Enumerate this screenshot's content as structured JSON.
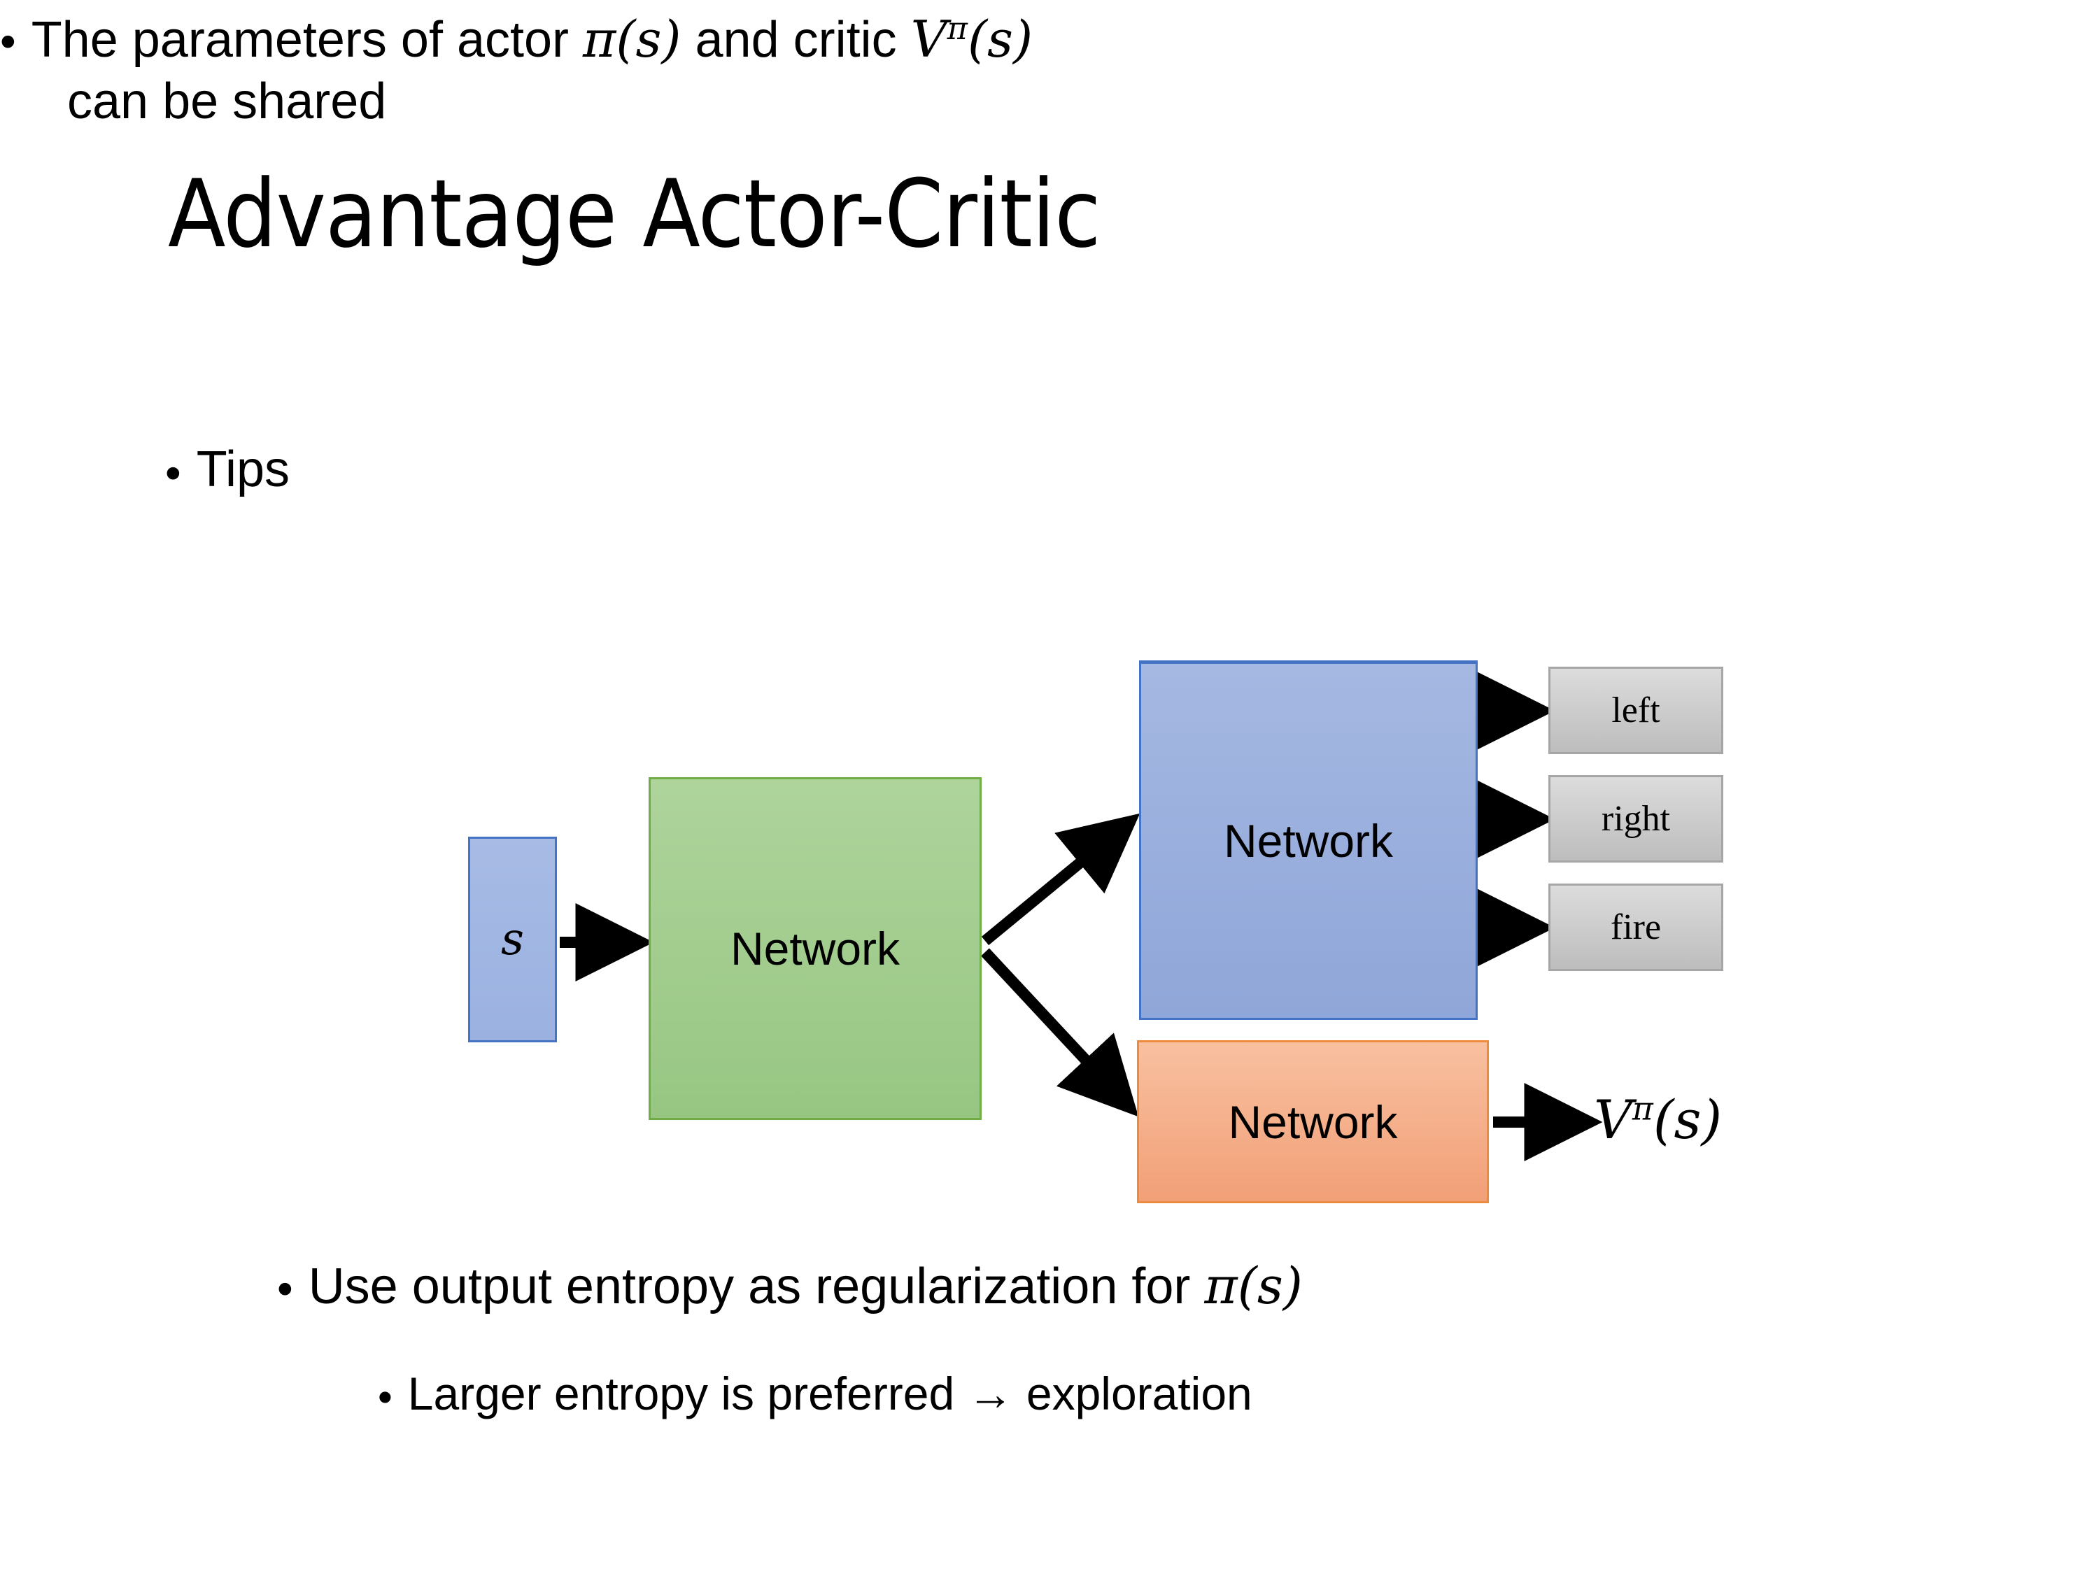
{
  "slide": {
    "title": "Advantage Actor-Critic",
    "background_color": "#ffffff",
    "text_color": "#000000"
  },
  "bullets": {
    "level1": {
      "marker": "•",
      "text": "Tips"
    },
    "level2_params": {
      "marker": "•",
      "line1_part1": "The parameters of actor ",
      "line1_math_actor_base": "π(s)",
      "line1_part2": "  and critic ",
      "line1_math_critic_V": "V",
      "line1_math_critic_sup": "π",
      "line1_math_critic_arg": "(s)",
      "line2": "can be shared"
    },
    "level2_entropy": {
      "marker": "•",
      "text_part1": "Use output entropy as regularization for ",
      "math": "π(s)"
    },
    "level3_larger": {
      "marker": "•",
      "text": "Larger entropy is preferred → exploration"
    }
  },
  "diagram": {
    "input_node": {
      "label": "s",
      "fill": "#9bb1e0",
      "border": "#4472c4"
    },
    "shared_network": {
      "label": "Network",
      "fill": "#97c682",
      "border": "#70ad47"
    },
    "actor_network": {
      "label": "Network",
      "fill": "#8fa6d8",
      "border": "#4472c4"
    },
    "critic_network": {
      "label": "Network",
      "fill": "#f2a077",
      "border": "#ed8b3c"
    },
    "action_outputs": [
      {
        "label": "left",
        "fill": "#bdbdbd",
        "border": "#a6a6a6"
      },
      {
        "label": "right",
        "fill": "#bdbdbd",
        "border": "#a6a6a6"
      },
      {
        "label": "fire",
        "fill": "#bdbdbd",
        "border": "#a6a6a6"
      }
    ],
    "value_output": {
      "base": "V",
      "superscript": "π",
      "argument": "(s)"
    },
    "arrow_color": "#000000"
  }
}
